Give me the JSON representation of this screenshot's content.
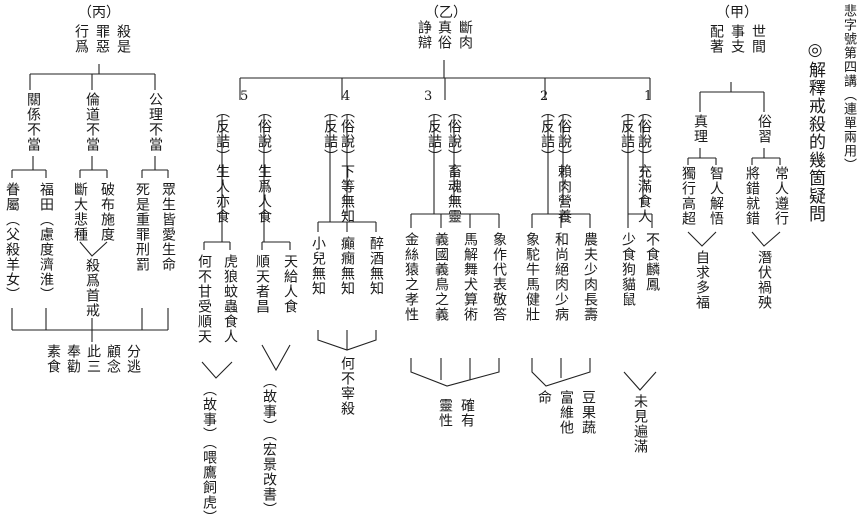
{
  "title": {
    "header": "悲字號第四講（連單兩用）",
    "main": "◎解釋戒殺的幾箇疑問"
  },
  "jia": {
    "heading": "（甲）",
    "cols": [
      "世間",
      "事支",
      "配著"
    ],
    "branch_su": {
      "label": "俗習",
      "points": [
        "常人遵行",
        "將錯就錯"
      ],
      "conclusion": "潛伏禍殃"
    },
    "branch_zhen": {
      "label": "真理",
      "points": [
        "智人解悟",
        "獨行高超"
      ],
      "conclusion": "自求多福"
    }
  },
  "yi": {
    "heading": "（乙）",
    "cols": [
      "斷肉",
      "真俗",
      "諍辯"
    ],
    "items": [
      {
        "num": "1",
        "su": "（俗說）充滿食人",
        "fan": "（反詰）",
        "points": [
          "不食麟鳳",
          "少食狗貓鼠"
        ],
        "conclusion": "未見遍滿"
      },
      {
        "num": "2",
        "su": "（俗說）賴肉營養",
        "fan": "（反詰）",
        "points": [
          "農夫少肉長壽",
          "和尚絕肉少病",
          "象駝牛馬健壯"
        ],
        "conclusion_cols": [
          "豆果蔬",
          "富維他",
          "命"
        ]
      },
      {
        "num": "3",
        "su": "（俗說）畜魂無靈",
        "fan": "（反詰）",
        "points": [
          "象作代表敬答",
          "馬解舞犬算術",
          "義國義鳥之義",
          "金絲猿之孝性"
        ],
        "conclusion_cols": [
          "確有",
          "靈性"
        ]
      },
      {
        "num": "4",
        "su": "（俗說）下等無知",
        "fan": "（反詰）",
        "points": [
          "醉酒無知",
          "癲癇無知",
          "小兒無知"
        ],
        "conclusion": "何不宰殺"
      },
      {
        "num": "5",
        "su": "（俗說）生爲人食",
        "fan": "（反詰）生人亦食",
        "points_su": [
          "天給人食",
          "順天者昌"
        ],
        "conclusion_su": "（故事）（宏景改書）",
        "points_fan": [
          "虎狼蚊蟲食人",
          "何不甘受順天"
        ],
        "conclusion_fan": "（故事）（喂鷹飼虎）"
      }
    ]
  },
  "bing": {
    "heading": "（丙）",
    "cols": [
      "殺是",
      "罪惡",
      "行爲"
    ],
    "branch_gongli": {
      "label": "公理不當",
      "points": [
        "眾生皆愛生命",
        "死是重罪刑罰"
      ]
    },
    "branch_daode": {
      "label": "倫道不當",
      "points": [
        "破布施度",
        "斷大悲種"
      ],
      "conclusion": "殺爲首戒"
    },
    "branch_guanxi": {
      "label": "關係不當",
      "points": [
        "福田（慮度濟淮）",
        "眷屬（父殺羊女）"
      ]
    },
    "final_cols": [
      "分逃",
      "顧念",
      "此三",
      "奉勸",
      "素食"
    ]
  }
}
